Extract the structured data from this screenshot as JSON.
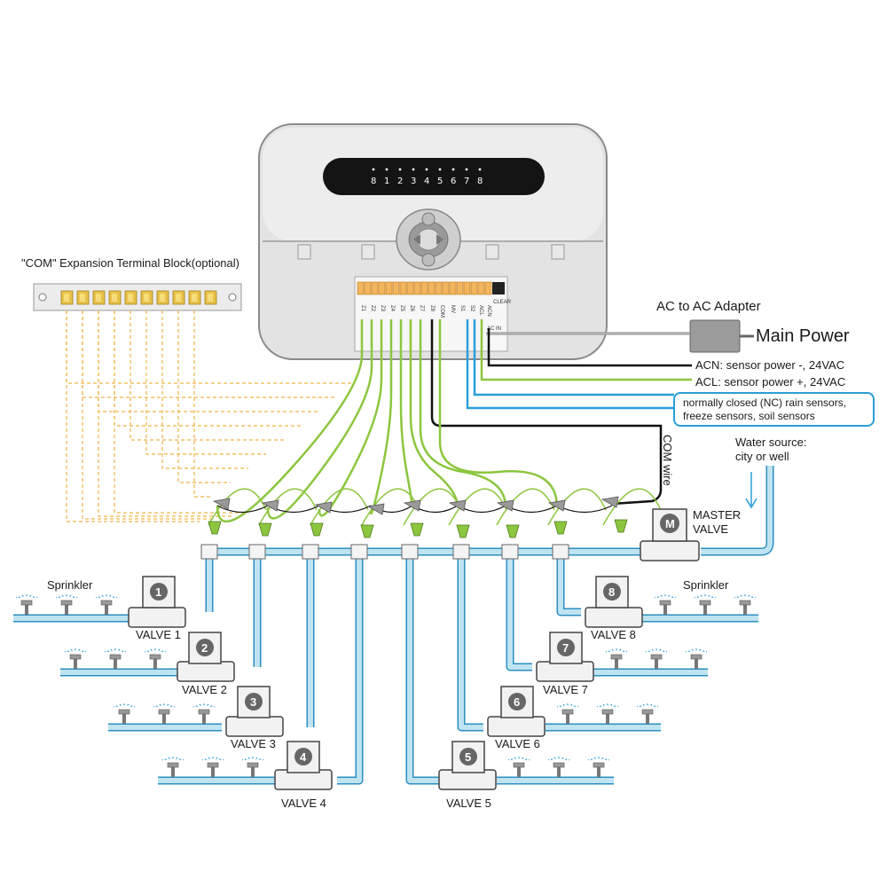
{
  "controller": {
    "zone_indicators": [
      "8",
      "1",
      "2",
      "3",
      "4",
      "5",
      "6",
      "7",
      "8"
    ],
    "clear_label": "CLEAR",
    "ac_in_label": "AC IN",
    "terminal_labels": [
      "Z1",
      "Z2",
      "Z3",
      "Z4",
      "Z5",
      "Z6",
      "Z7",
      "Z8",
      "COM",
      "MV",
      "S1",
      "S2",
      "ACL",
      "ACN"
    ]
  },
  "expansion_block": {
    "title": "\"COM\" Expansion Terminal Block(optional)"
  },
  "power": {
    "adapter_label": "AC to AC Adapter",
    "main_power_label": "Main Power"
  },
  "wiring_notes": {
    "acn": "ACN: sensor power -, 24VAC",
    "acl": "ACL: sensor power +, 24VAC",
    "sensor_line1": "normally closed (NC) rain sensors,",
    "sensor_line2": "freeze sensors, soil sensors",
    "com_wire": "COM wire"
  },
  "water_source": {
    "line1": "Water source:",
    "line2": "city or well"
  },
  "master_valve": {
    "icon_letter": "M",
    "line1": "MASTER",
    "line2": "VALVE"
  },
  "sprinkler_labels": {
    "left": "Sprinkler",
    "right": "Sprinkler"
  },
  "valves": [
    {
      "number": "1",
      "label": "VALVE 1"
    },
    {
      "number": "2",
      "label": "VALVE 2"
    },
    {
      "number": "3",
      "label": "VALVE 3"
    },
    {
      "number": "4",
      "label": "VALVE 4"
    },
    {
      "number": "5",
      "label": "VALVE 5"
    },
    {
      "number": "6",
      "label": "VALVE 6"
    },
    {
      "number": "7",
      "label": "VALVE 7"
    },
    {
      "number": "8",
      "label": "VALVE 8"
    }
  ],
  "colors": {
    "zone_wire": "#8cc63f",
    "com_wire": "#111111",
    "sensor_wire": "#2a9fd8",
    "pipe": "#bfe3f1",
    "pipe_stroke": "#2b8fc0",
    "expansion_dash": "#f0b44a",
    "terminal": "#f2b45c",
    "highlight_box": "#2a9fd8"
  }
}
